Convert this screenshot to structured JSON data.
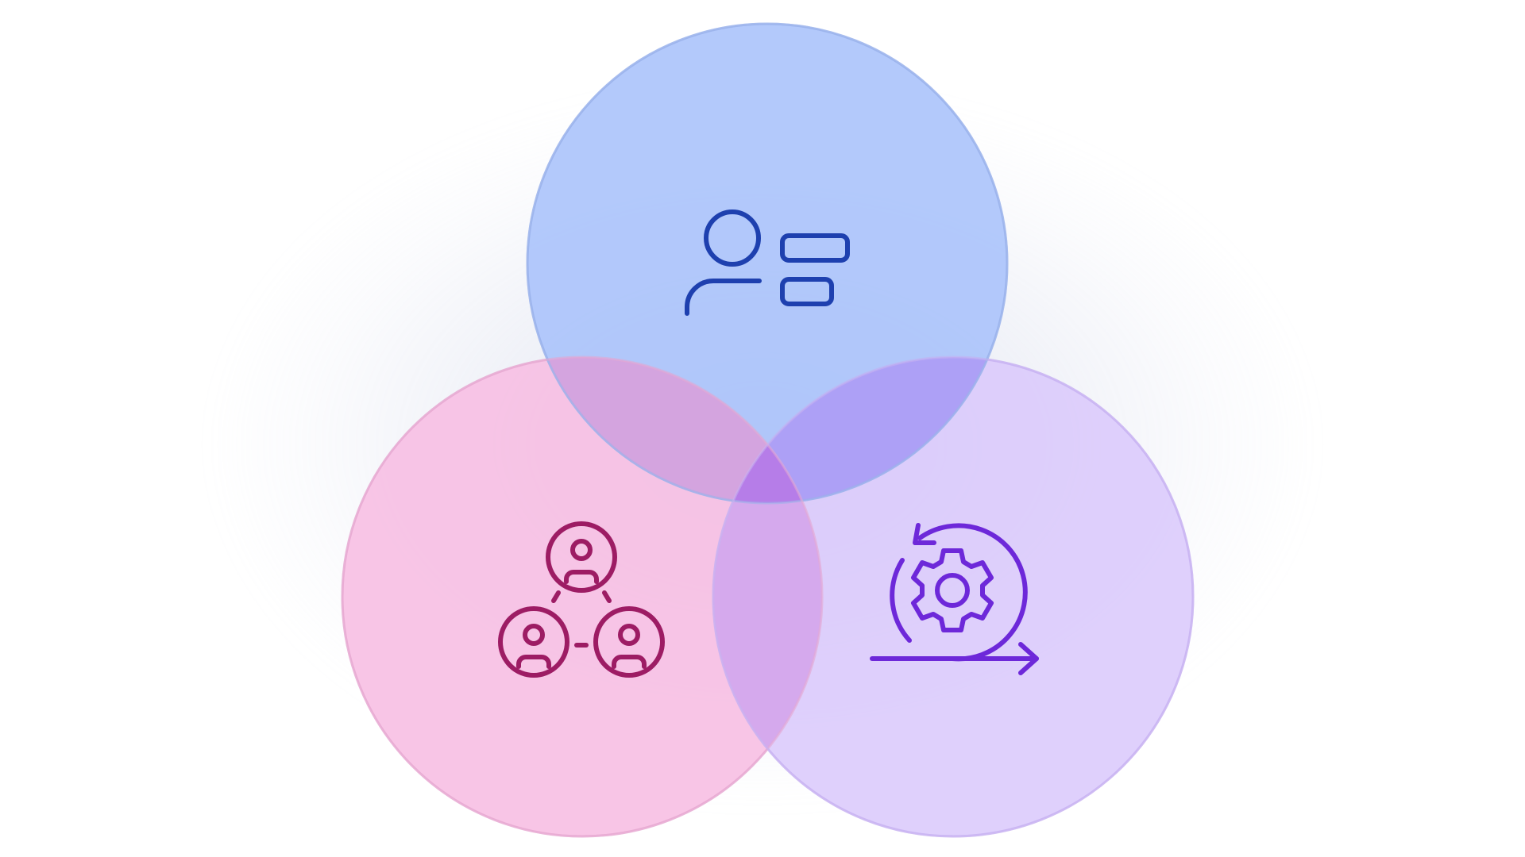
{
  "diagram": {
    "type": "venn-3",
    "colors": {
      "top_fill": "#a9c1fa",
      "top_icon": "#1e40af",
      "left_fill": "#f7bde3",
      "left_icon": "#9d1c64",
      "right_fill": "#d9c8fb",
      "right_icon": "#6d28d9",
      "center_overlap": "#b47ae8"
    },
    "sets": [
      {
        "id": "top",
        "icon": "user-profile-icon"
      },
      {
        "id": "left",
        "icon": "team-network-icon"
      },
      {
        "id": "right",
        "icon": "agile-gear-cycle-icon"
      }
    ]
  }
}
